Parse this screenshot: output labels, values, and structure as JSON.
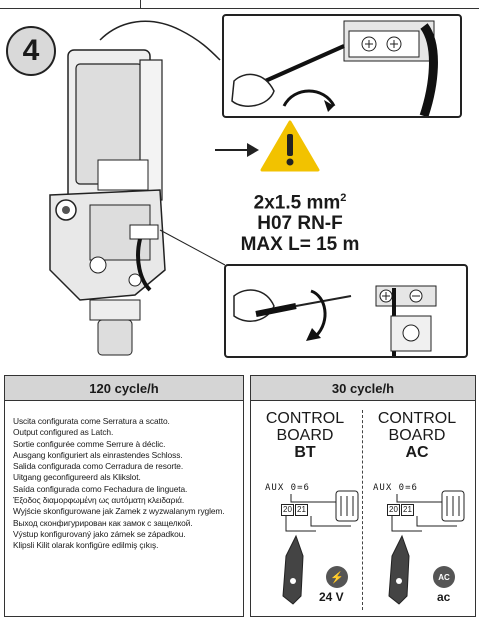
{
  "step": {
    "number": "4"
  },
  "spec": {
    "line1": "2x1.5 mm",
    "line1_sup": "2",
    "line2": "H07 RN-F",
    "line3": "MAX L= 15 m"
  },
  "icons": {
    "warning": "warning-triangle-icon",
    "rotate": "rotate-arrow-icon",
    "lightning": "lightning-icon"
  },
  "colors": {
    "warning": "#f2c200",
    "header_bg": "#d5d5d5",
    "badge": "#555555"
  },
  "panel_left": {
    "header": "120 cycle/h",
    "lines": [
      "Uscita configurata come Serratura a scatto.",
      "Output configured as Latch.",
      "Sortie configurée comme Serrure à déclic.",
      "Ausgang konfiguriert als einrastendes Schloss.",
      "Salida configurada como Cerradura de resorte.",
      "Uitgang geconfigureerd als Klikslot.",
      "Saída configurada como Fechadura de lingueta.",
      "Έξοδος διαμορφωμένη ως αυτόματη κλειδαριά.",
      "Wyjście skonfigurowane jak Zamek z wyzwalanym ryglem.",
      "Выход сконфигурирован как замок с защелкой.",
      "Výstup konfigurovaný jako zámek se západkou.",
      "Klipsli Kilit olarak konfigüre edilmiş çıkış."
    ]
  },
  "panel_right": {
    "header": "30 cycle/h",
    "boards": [
      {
        "title1": "CONTROL",
        "title2": "BOARD",
        "sub": "BT",
        "lcd": "AUX 0=6",
        "term_a": "20",
        "term_b": "21",
        "badge": "24 V"
      },
      {
        "title1": "CONTROL",
        "title2": "BOARD",
        "sub": "AC",
        "lcd": "AUX 0=6",
        "term_a": "20",
        "term_b": "21",
        "badge": "ac",
        "badge_icon_text": "AC"
      }
    ]
  }
}
